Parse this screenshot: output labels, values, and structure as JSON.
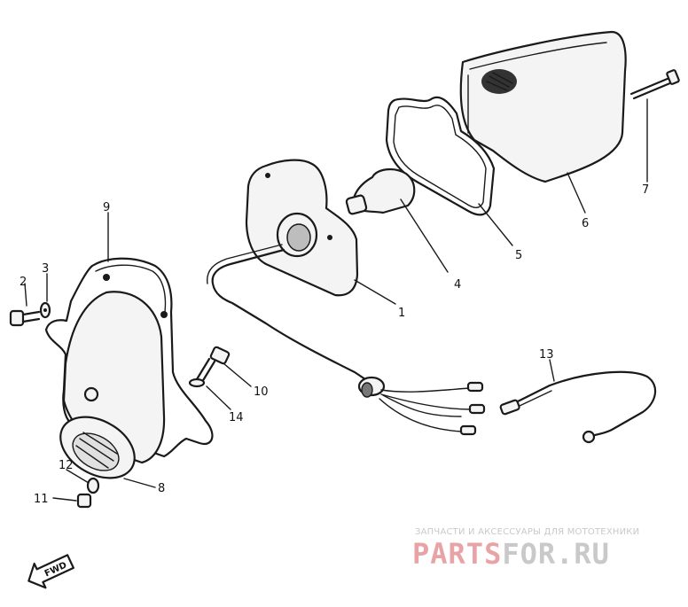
{
  "diagram": {
    "callouts": [
      "1",
      "2",
      "3",
      "4",
      "5",
      "6",
      "7",
      "8",
      "9",
      "10",
      "11",
      "12",
      "13",
      "14"
    ],
    "direction_label": "FWD"
  },
  "watermark": {
    "subtitle": "ЗАПЧАСТИ И АКСЕССУАРЫ ДЛЯ МОТОТЕХНИКИ",
    "logo_part1": "PARTS",
    "logo_part2": "FOR.RU",
    "colors": {
      "primary": "#e8a3a6",
      "secondary": "#c9c9c9"
    }
  }
}
